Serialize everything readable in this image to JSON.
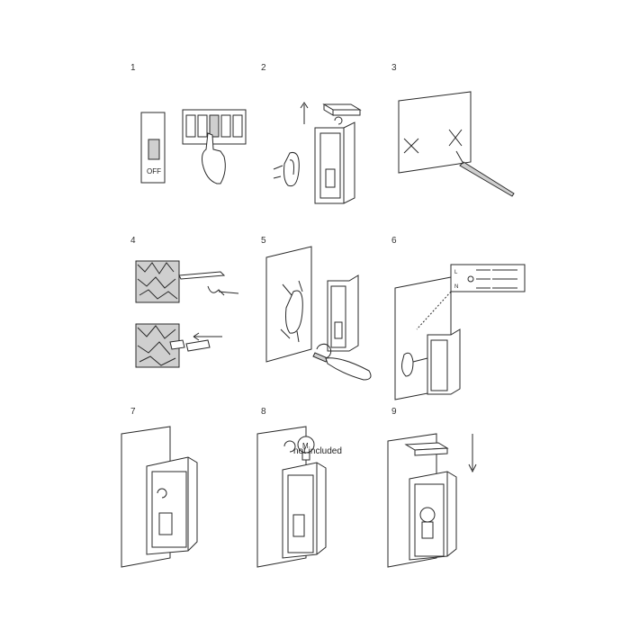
{
  "steps": [
    {
      "number": "1"
    },
    {
      "number": "2"
    },
    {
      "number": "3"
    },
    {
      "number": "4"
    },
    {
      "number": "5"
    },
    {
      "number": "6"
    },
    {
      "number": "7"
    },
    {
      "number": "8"
    },
    {
      "number": "9"
    }
  ],
  "switch_label": "OFF",
  "wiring_labels": [
    "L",
    "N"
  ],
  "bulb_note": "not included",
  "bulb_icon": "M"
}
